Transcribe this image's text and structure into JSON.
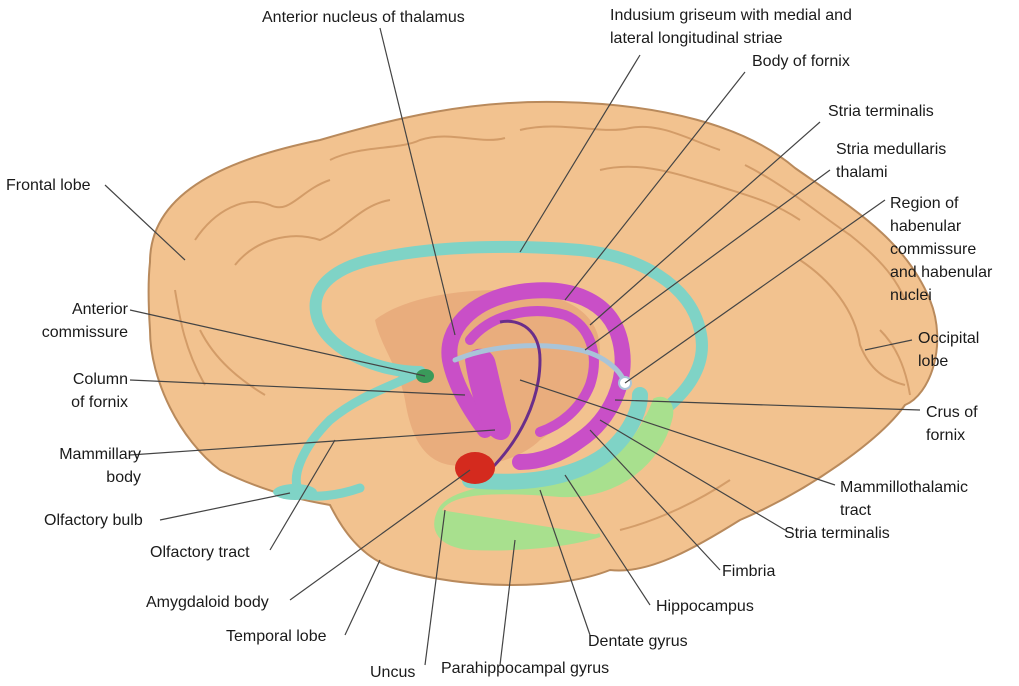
{
  "labels": {
    "anterior_nucleus_thalamus": "Anterior nucleus of thalamus",
    "indusium_griseum": "Indusium griseum with medial and\nlateral longitudinal striae",
    "body_of_fornix": "Body of fornix",
    "stria_terminalis_top": "Stria terminalis",
    "stria_medullaris": "Stria medullaris\nthalami",
    "habenular_region": "Region of\nhabenular\ncommissure\nand habenular\nnuclei",
    "frontal_lobe": "Frontal lobe",
    "anterior_commissure": "Anterior\ncommissure",
    "column_of_fornix": "Column\nof fornix",
    "mammillary_body": "Mammillary\nbody",
    "olfactory_bulb": "Olfactory bulb",
    "olfactory_tract": "Olfactory tract",
    "amygdaloid_body": "Amygdaloid body",
    "temporal_lobe": "Temporal lobe",
    "uncus": "Uncus",
    "parahippocampal_gyrus": "Parahippocampal gyrus",
    "dentate_gyrus": "Dentate gyrus",
    "hippocampus": "Hippocampus",
    "fimbria": "Fimbria",
    "stria_terminalis_bottom": "Stria terminalis",
    "mammillothalamic_tract": "Mammillothalamic\ntract",
    "crus_of_fornix": "Crus of\nfornix",
    "occipital_lobe": "Occipital\nlobe"
  },
  "colors": {
    "brain": "#f2c28f",
    "brain_outline": "#b98a5c",
    "inner_brain": "#e7a97a",
    "cingulate_band": "#7fd3c6",
    "fornix": "#c94fc7",
    "stria_medullaris_tract": "#a9c4d8",
    "mammillothalamic": "#6a2e8a",
    "amygdala": "#d42a1e",
    "parahippocampal": "#a8e08e",
    "leader_line": "#444444"
  }
}
